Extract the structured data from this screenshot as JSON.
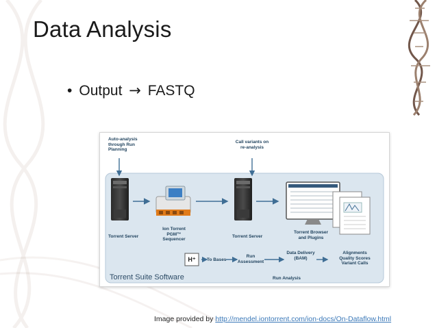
{
  "slide": {
    "title": "Data Analysis",
    "bullet": {
      "text": "Output",
      "arrow": "→",
      "target": "FASTQ"
    }
  },
  "diagram": {
    "auto_analysis": [
      "Auto-analysis",
      "through Run",
      "Planning"
    ],
    "call_variants": [
      "Call variants on",
      "re-analysis"
    ],
    "torrent_server_1": "Torrent Server",
    "pgm": [
      "Ion Torrent",
      "PGM™",
      "Sequencer"
    ],
    "torrent_server_2": "Torrent Server",
    "browser": [
      "Torrent Browser",
      "and Plugins"
    ],
    "h_icon": "H⁺",
    "to_bases": "To Bases",
    "run_assessment": [
      "Run",
      "Assessment"
    ],
    "data_delivery": [
      "Data Delivery",
      "(BAM)"
    ],
    "alignments": [
      "Alignments",
      "Quality Scores",
      "Variant Calls"
    ],
    "suite_label": "Torrent Suite Software",
    "run_analysis": "Run Analysis"
  },
  "caption": {
    "prefix": "Image provided by ",
    "link": "http://mendel.iontorrent.com/ion-docs/On-Dataflow.html"
  },
  "colors": {
    "diagram_panel": "#dbe6ef",
    "arrow": "#3f6e95",
    "link": "#3a78b8"
  }
}
